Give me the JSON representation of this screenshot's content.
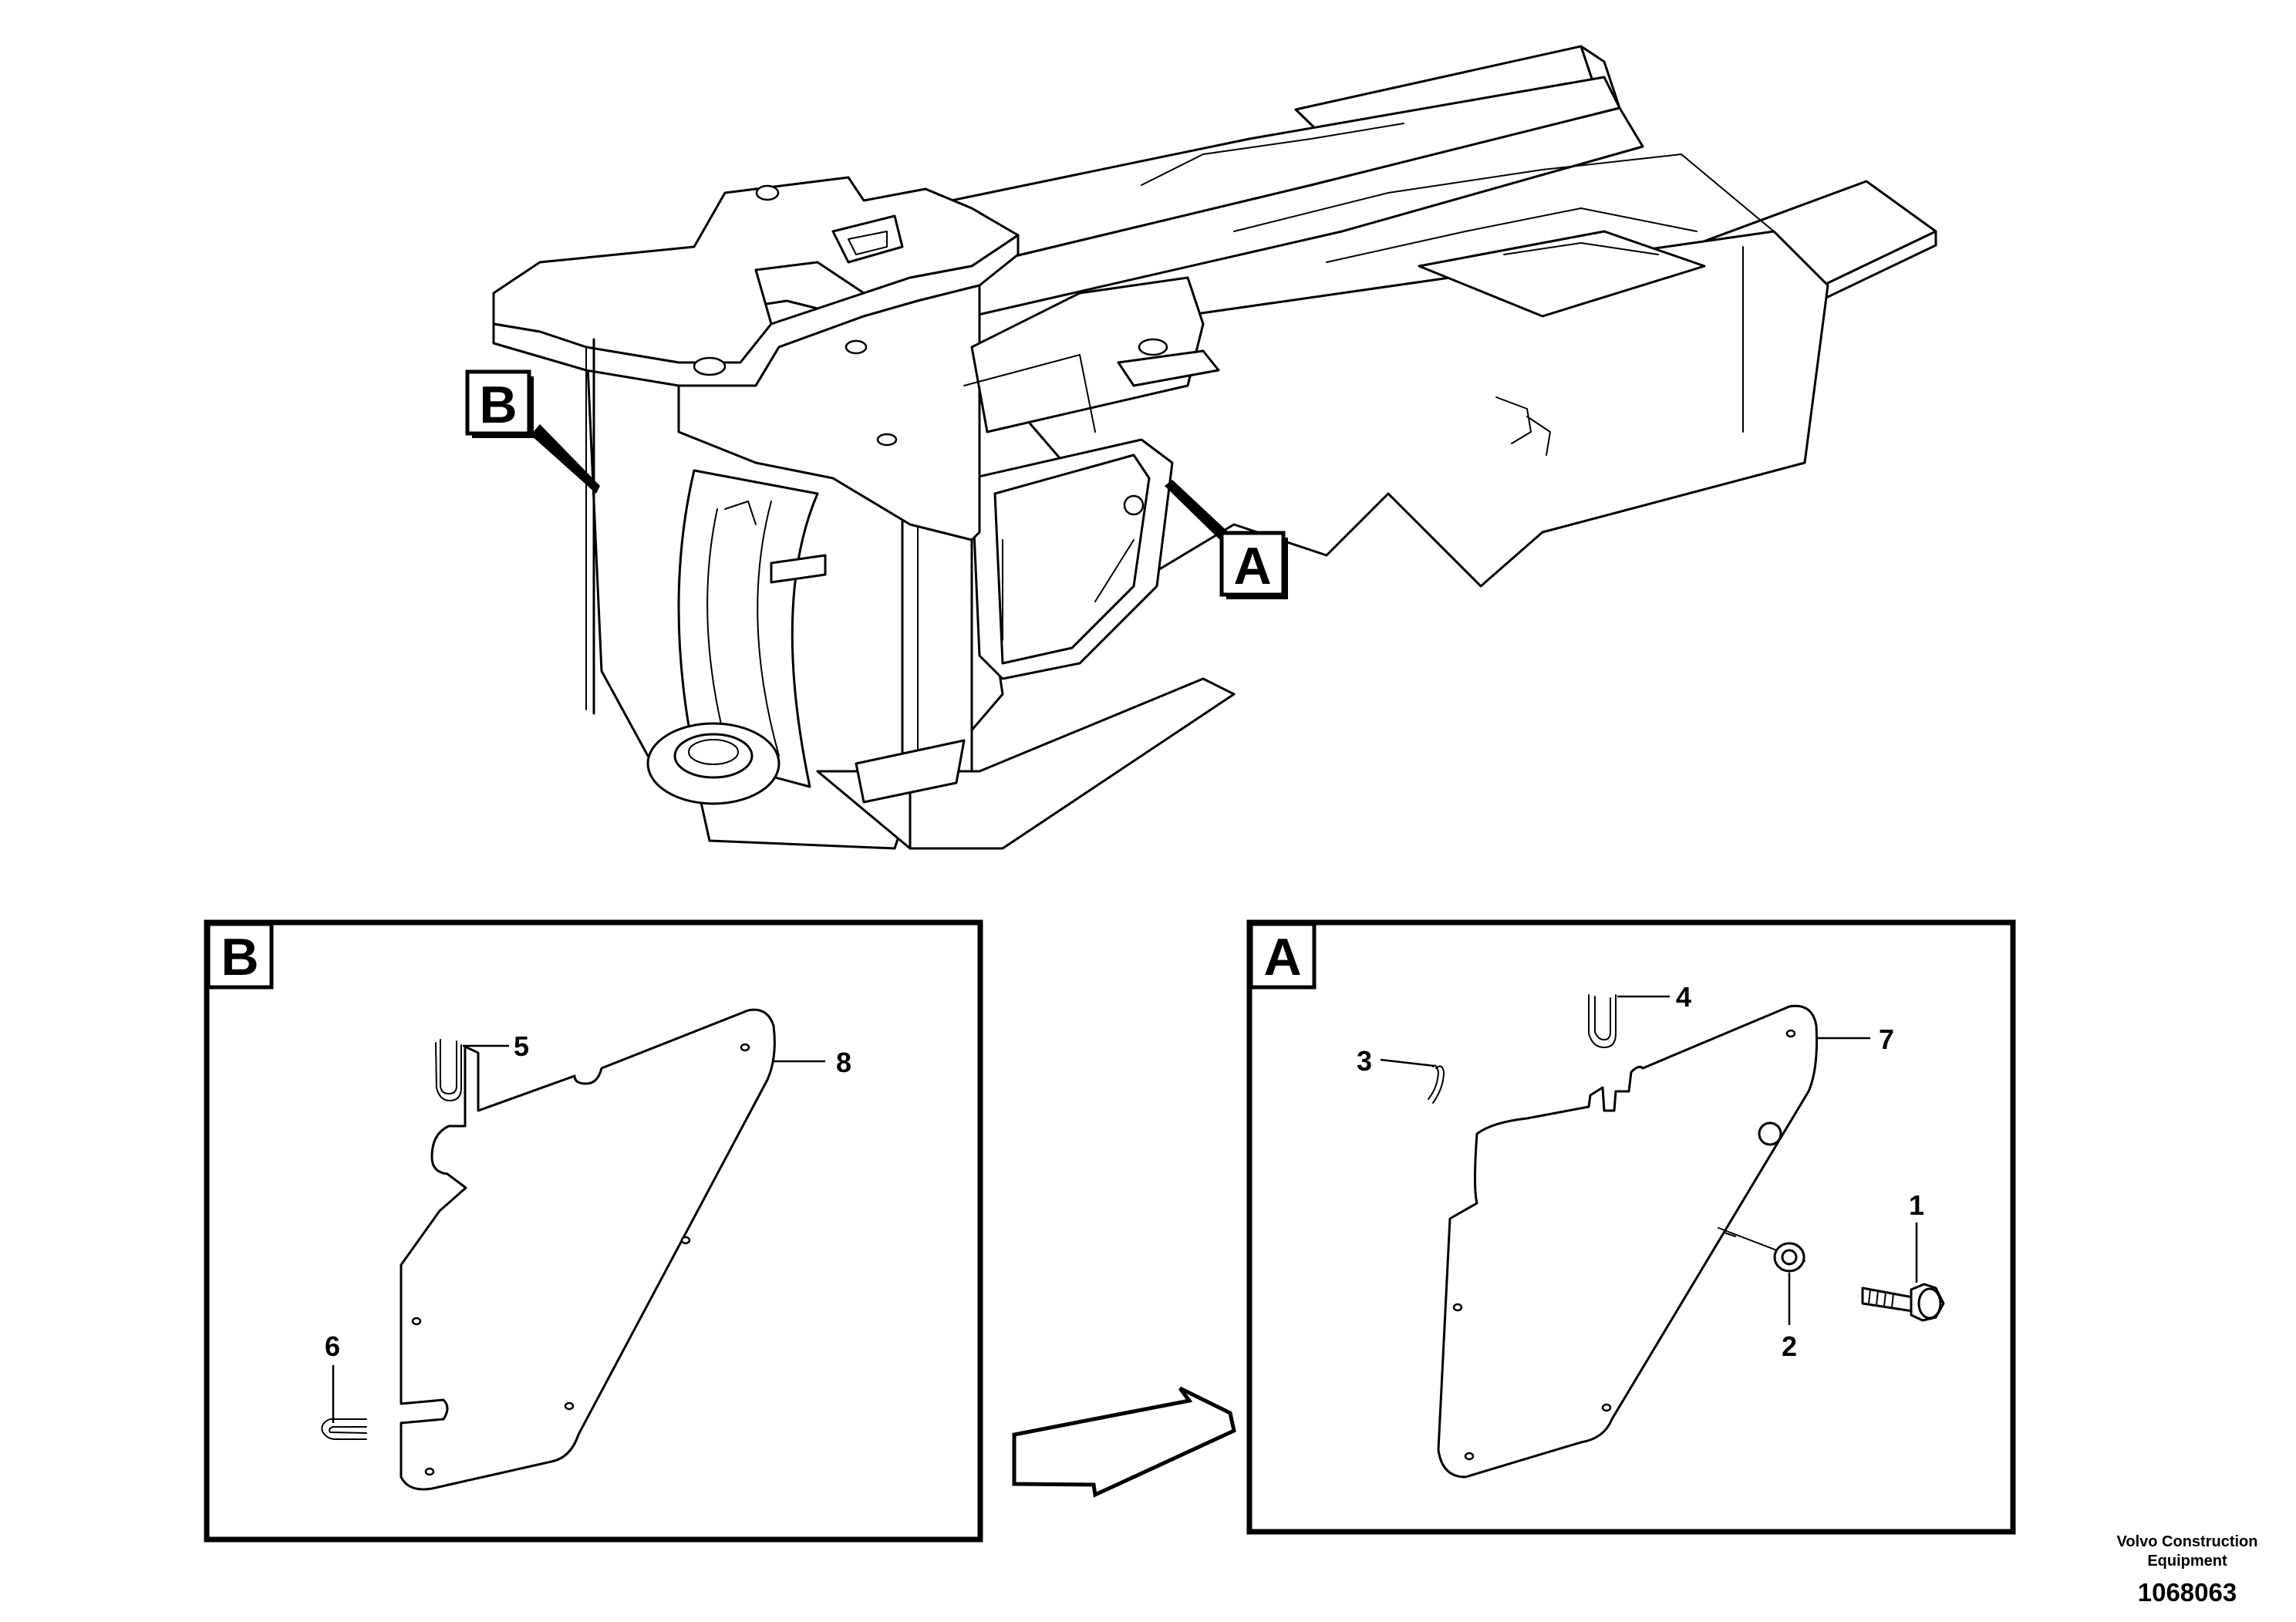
{
  "diagram": {
    "overview_tags": {
      "b": "B",
      "a": "A"
    },
    "detail_b": {
      "title": "B",
      "callouts": {
        "c5": "5",
        "c6": "6",
        "c8": "8"
      }
    },
    "detail_a": {
      "title": "A",
      "callouts": {
        "c1": "1",
        "c2": "2",
        "c3": "3",
        "c4": "4",
        "c7": "7"
      }
    }
  },
  "footer": {
    "brand_line1": "Volvo Construction",
    "brand_line2": "Equipment",
    "doc_number": "1068063"
  },
  "icons": [
    "direction-arrow-icon"
  ]
}
